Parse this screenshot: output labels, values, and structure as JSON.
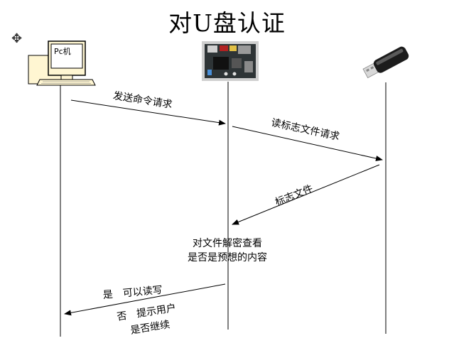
{
  "diagram": {
    "title": "对U盘认证",
    "actors": {
      "pc_label": "Pc机"
    },
    "messages": {
      "send_command": "发送命令请求",
      "read_flag_file": "读标志文件请求",
      "flag_file": "标志文件",
      "verify_line1": "对文件解密查看",
      "verify_line2": "是否是预想的内容",
      "yes_result": "是　可以读写",
      "no_line1": "否　提示用户",
      "no_line2": "是否继续"
    }
  }
}
